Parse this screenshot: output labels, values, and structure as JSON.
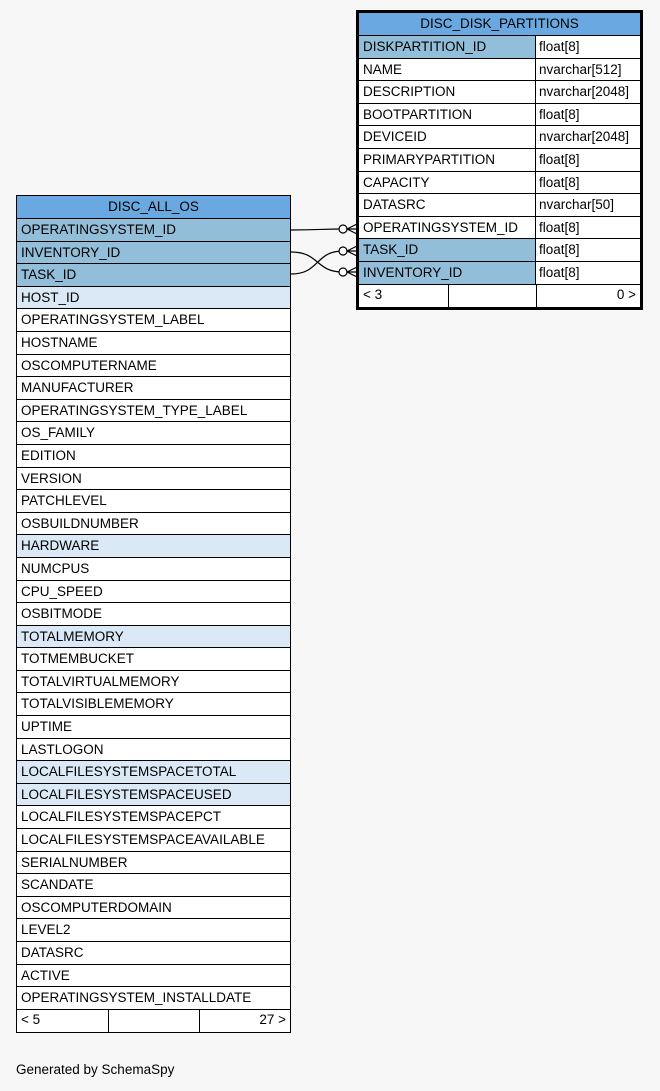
{
  "tables": {
    "os": {
      "title": "DISC_ALL_OS",
      "columns": [
        {
          "name": "OPERATINGSYSTEM_ID",
          "kind": "key"
        },
        {
          "name": "INVENTORY_ID",
          "kind": "key"
        },
        {
          "name": "TASK_ID",
          "kind": "key"
        },
        {
          "name": "HOST_ID",
          "kind": "index"
        },
        {
          "name": "OPERATINGSYSTEM_LABEL",
          "kind": "plain"
        },
        {
          "name": "HOSTNAME",
          "kind": "plain"
        },
        {
          "name": "OSCOMPUTERNAME",
          "kind": "plain"
        },
        {
          "name": "MANUFACTURER",
          "kind": "plain"
        },
        {
          "name": "OPERATINGSYSTEM_TYPE_LABEL",
          "kind": "plain"
        },
        {
          "name": "OS_FAMILY",
          "kind": "plain"
        },
        {
          "name": "EDITION",
          "kind": "plain"
        },
        {
          "name": "VERSION",
          "kind": "plain"
        },
        {
          "name": "PATCHLEVEL",
          "kind": "plain"
        },
        {
          "name": "OSBUILDNUMBER",
          "kind": "plain"
        },
        {
          "name": "HARDWARE",
          "kind": "index"
        },
        {
          "name": "NUMCPUS",
          "kind": "plain"
        },
        {
          "name": "CPU_SPEED",
          "kind": "plain"
        },
        {
          "name": "OSBITMODE",
          "kind": "plain"
        },
        {
          "name": "TOTALMEMORY",
          "kind": "index"
        },
        {
          "name": "TOTMEMBUCKET",
          "kind": "plain"
        },
        {
          "name": "TOTALVIRTUALMEMORY",
          "kind": "plain"
        },
        {
          "name": "TOTALVISIBLEMEMORY",
          "kind": "plain"
        },
        {
          "name": "UPTIME",
          "kind": "plain"
        },
        {
          "name": "LASTLOGON",
          "kind": "plain"
        },
        {
          "name": "LOCALFILESYSTEMSPACETOTAL",
          "kind": "index"
        },
        {
          "name": "LOCALFILESYSTEMSPACEUSED",
          "kind": "index"
        },
        {
          "name": "LOCALFILESYSTEMSPACEPCT",
          "kind": "plain"
        },
        {
          "name": "LOCALFILESYSTEMSPACEAVAILABLE",
          "kind": "plain"
        },
        {
          "name": "SERIALNUMBER",
          "kind": "plain"
        },
        {
          "name": "SCANDATE",
          "kind": "plain"
        },
        {
          "name": "OSCOMPUTERDOMAIN",
          "kind": "plain"
        },
        {
          "name": "LEVEL2",
          "kind": "plain"
        },
        {
          "name": "DATASRC",
          "kind": "plain"
        },
        {
          "name": "ACTIVE",
          "kind": "plain"
        },
        {
          "name": "OPERATINGSYSTEM_INSTALLDATE",
          "kind": "plain"
        }
      ],
      "footer": {
        "parents": "< 5",
        "children": "27 >"
      }
    },
    "partitions": {
      "title": "DISC_DISK_PARTITIONS",
      "columns": [
        {
          "name": "DISKPARTITION_ID",
          "type": "float[8]",
          "kind": "key"
        },
        {
          "name": "NAME",
          "type": "nvarchar[512]",
          "kind": "plain"
        },
        {
          "name": "DESCRIPTION",
          "type": "nvarchar[2048]",
          "kind": "plain"
        },
        {
          "name": "BOOTPARTITION",
          "type": "float[8]",
          "kind": "plain"
        },
        {
          "name": "DEVICEID",
          "type": "nvarchar[2048]",
          "kind": "plain"
        },
        {
          "name": "PRIMARYPARTITION",
          "type": "float[8]",
          "kind": "plain"
        },
        {
          "name": "CAPACITY",
          "type": "float[8]",
          "kind": "plain"
        },
        {
          "name": "DATASRC",
          "type": "nvarchar[50]",
          "kind": "plain"
        },
        {
          "name": "OPERATINGSYSTEM_ID",
          "type": "float[8]",
          "kind": "plain"
        },
        {
          "name": "TASK_ID",
          "type": "float[8]",
          "kind": "key"
        },
        {
          "name": "INVENTORY_ID",
          "type": "float[8]",
          "kind": "key"
        }
      ],
      "footer": {
        "parents": "< 3",
        "children": "0 >"
      }
    }
  },
  "generated_by": "Generated by SchemaSpy",
  "colors": {
    "header": "#69a8e0",
    "key": "#93bed9",
    "index": "#dbe9f6",
    "background": "#f7f7f7"
  }
}
